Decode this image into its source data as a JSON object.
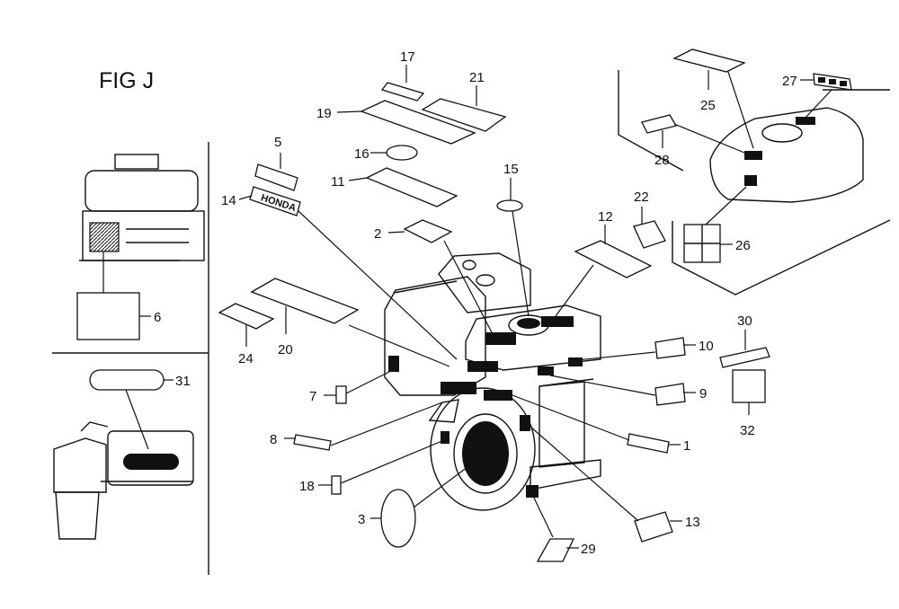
{
  "figure": {
    "title": "FIG J"
  },
  "callouts": {
    "c1": "1",
    "c2": "2",
    "c3": "3",
    "c5": "5",
    "c6": "6",
    "c7": "7",
    "c8": "8",
    "c9": "9",
    "c10": "10",
    "c11": "11",
    "c12": "12",
    "c13": "13",
    "c14": "14",
    "c15": "15",
    "c16": "16",
    "c17": "17",
    "c18": "18",
    "c19": "19",
    "c20": "20",
    "c21": "21",
    "c22": "22",
    "c24": "24",
    "c25": "25",
    "c26": "26",
    "c27": "27",
    "c28": "28",
    "c29": "29",
    "c30": "30",
    "c31": "31",
    "c32": "32"
  },
  "decals": {
    "brand_plate_text": "HONDA"
  }
}
